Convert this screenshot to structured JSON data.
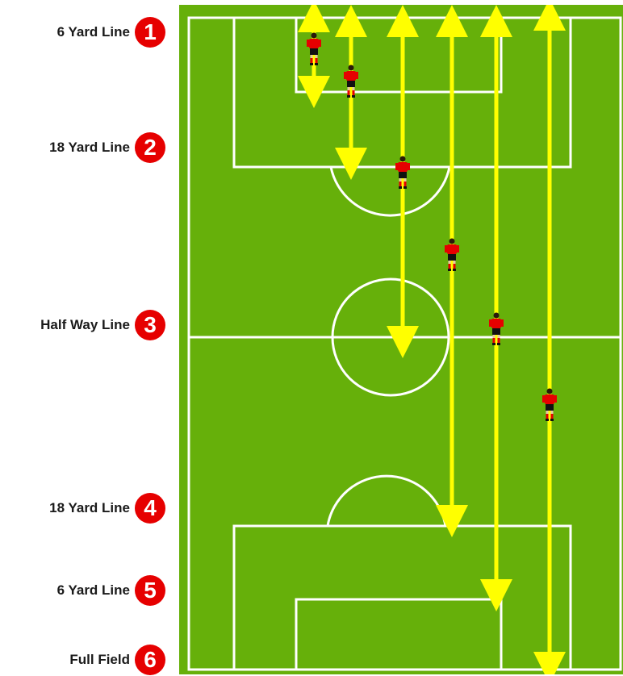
{
  "labels": [
    {
      "text": "6 Yard Line",
      "number": "1"
    },
    {
      "text": "18 Yard Line",
      "number": "2"
    },
    {
      "text": "Half Way Line",
      "number": "3"
    },
    {
      "text": "18 Yard Line",
      "number": "4"
    },
    {
      "text": "6 Yard Line",
      "number": "5"
    },
    {
      "text": "Full Field",
      "number": "6"
    }
  ],
  "colors": {
    "pitch": "#66b00a",
    "lines": "#ffffff",
    "arrow": "#ffff00",
    "badge": "#e60000",
    "player_shirt": "#e60000",
    "player_shorts": "#111111"
  },
  "players": [
    "player-1",
    "player-2",
    "player-3",
    "player-4",
    "player-5",
    "player-6"
  ]
}
